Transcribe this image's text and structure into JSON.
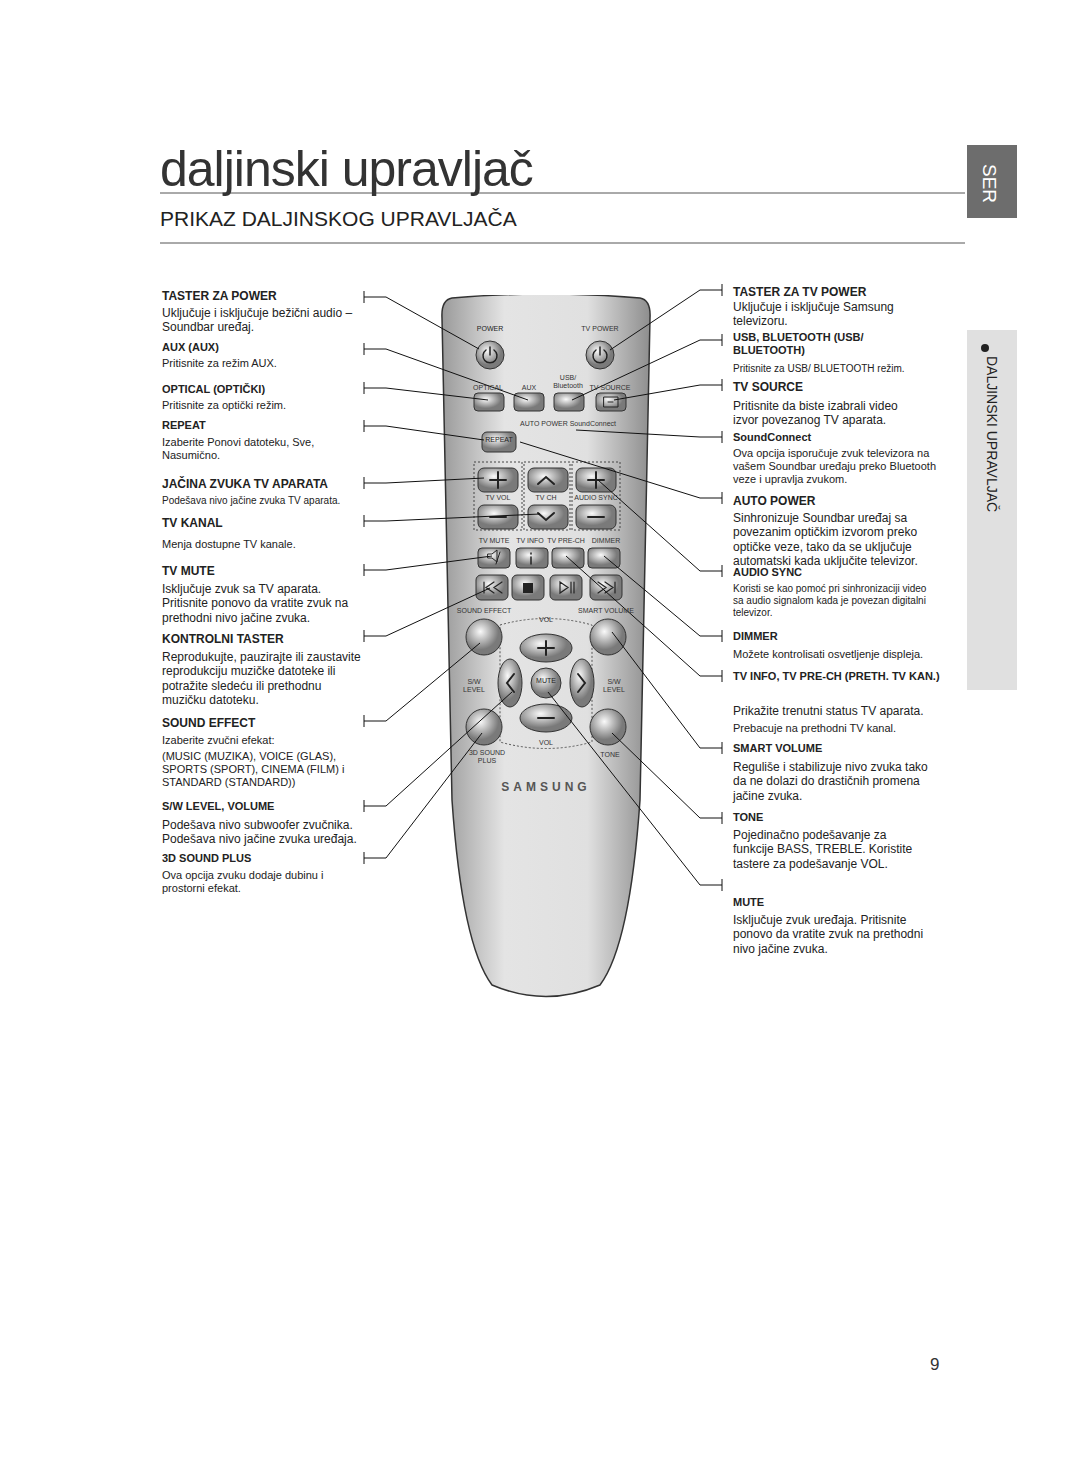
{
  "diagram": {
    "title": "daljinski upravljač",
    "nodes": [
      {
        "text": [
          "SAMSUNG"
        ]
      },
      {
        "text": [
          "REPEAT"
        ],
        "in": 0
      },
      {
        "text": [
          "MUTE"
        ],
        "in": 0
      }
    ],
    "labels": [
      "PRIKAZ DALJINSKOG UPRAVLJAČA",
      "SER",
      "DALJINSKI UPRAVLJAČ",
      "TASTER ZA POWER",
      "Uključuje i isključuje bežični audio – Soundbar uređaj.",
      "AUX (AUX)",
      "Pritisnite za režim AUX.",
      "OPTICAL (OPTIČKI)",
      "Pritisnite za optički režim.",
      "REPEAT",
      "Izaberite Ponovi datoteku, Sve, Nasumično.",
      "JAČINA ZVUKA TV APARATA",
      "Podešava nivo jačine zvuka TV aparata.",
      "TV KANAL",
      "Menja dostupne TV kanale.",
      "TV MUTE",
      "Isključuje zvuk sa TV aparata. Pritisnite ponovo da vratite zvuk na prethodni nivo jačine zvuka.",
      "KONTROLNI TASTER",
      "Reprodukujte, pauzirajte ili zaustavite reprodukciju muzičke datoteke ili potražite sledeću ili prethodnu muzičku datoteku.",
      "SOUND EFFECT",
      "Izaberite zvučni efekat:",
      "(MUSIC (MUZIKA), VOICE (GLAS), SPORTS (SPORT), CINEMA (FILM) i STANDARD (STANDARD))",
      "S/W LEVEL, VOLUME",
      "Podešava nivo subwoofer zvučnika. Podešava nivo jačine zvuka uređaja.",
      "3D SOUND PLUS",
      "Ova opcija zvuku dodaje dubinu i prostorni efekat.",
      "TASTER ZA TV POWER",
      "Uključuje i isključuje Samsung televizoru.",
      "USB, BLUETOOTH (USB/ BLUETOOTH)",
      "Pritisnite za USB/ BLUETOOTH režim.",
      "TV SOURCE",
      "Pritisnite da biste izabrali video izvor povezanog TV aparata.",
      "SoundConnect",
      "Ova opcija isporučuje zvuk televizora na vašem Soundbar uređaju preko Bluetooth veze i upravlja zvukom.",
      "AUTO POWER",
      "Sinhronizuje Soundbar uređaj sa povezanim optičkim izvorom preko optičke veze, tako da se uključuje automatski kada uključite televizor.",
      "AUDIO SYNC",
      "Koristi se kao pomoć pri sinhronizaciji video sa audio signalom kada je povezan digitalni televizor.",
      "DIMMER",
      "Možete kontrolisati osvetljenje displeja.",
      "TV INFO, TV PRE-CH (PRETH. TV KAN.)",
      "Prikažite trenutni status TV aparata.",
      "Prebacuje na prethodni TV kanal.",
      "SMART VOLUME",
      "Reguliše i stabilizuje nivo zvuka tako da ne dolazi do drastičnih promena jačine zvuka.",
      "TONE",
      "Pojedinačno podešavanje za funkcije BASS, TREBLE. Koristite tastere za podešavanje VOL.",
      "MUTE",
      "Isključuje zvuk uređaja. Pritisnite ponovo da vratite zvuk na prethodni nivo jačine zvuka.",
      "POWER",
      "TV POWER",
      "OPTICAL",
      "AUX",
      "USB/ Bluetooth",
      "TV SOURCE",
      "AUTO POWER SoundConnect",
      "TV VOL",
      "TV CH",
      "AUDIO SYNC",
      "TV MUTE",
      "TV INFO",
      "TV PRE-CH",
      "DIMMER",
      "SOUND EFFECT",
      "SMART VOLUME",
      "VOL",
      "S/W LEVEL",
      "S/W LEVEL",
      "VOL",
      "3D SOUND PLUS",
      "TONE",
      "9"
    ]
  }
}
